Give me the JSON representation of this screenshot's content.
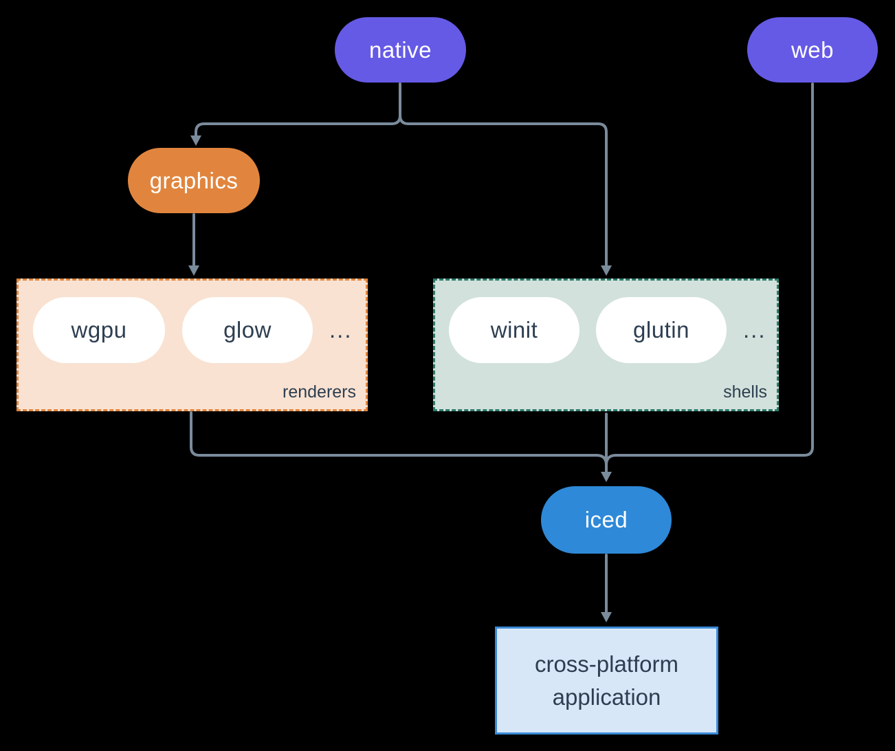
{
  "diagram": {
    "nodes": {
      "native": {
        "label": "native"
      },
      "web": {
        "label": "web"
      },
      "graphics": {
        "label": "graphics"
      },
      "iced": {
        "label": "iced"
      },
      "application": {
        "label": "cross-platform application"
      }
    },
    "groups": {
      "renderers": {
        "label": "renderers",
        "items": [
          "wgpu",
          "glow"
        ],
        "ellipsis": "..."
      },
      "shells": {
        "label": "shells",
        "items": [
          "winit",
          "glutin"
        ],
        "ellipsis": "..."
      }
    },
    "edges": [
      {
        "from": "native",
        "to": "graphics"
      },
      {
        "from": "native",
        "to": "shells"
      },
      {
        "from": "graphics",
        "to": "renderers"
      },
      {
        "from": "renderers",
        "to": "iced"
      },
      {
        "from": "shells",
        "to": "iced"
      },
      {
        "from": "web",
        "to": "iced"
      },
      {
        "from": "iced",
        "to": "application"
      }
    ],
    "colors": {
      "purple": "#655AE6",
      "orange": "#E1853E",
      "blue": "#2E89D8",
      "renderers_fill": "#F9E2D2",
      "renderers_border": "#E1853E",
      "shells_fill": "#D2E1DB",
      "shells_border": "#2B7A6A",
      "app_fill": "#D7E7F8",
      "app_border": "#3A8AD8",
      "pill_fill": "#FFFFFF",
      "text_dark": "#2D3E50",
      "text_light": "#FFFFFF",
      "connector": "#7A8B9B",
      "background": "#000000"
    }
  }
}
